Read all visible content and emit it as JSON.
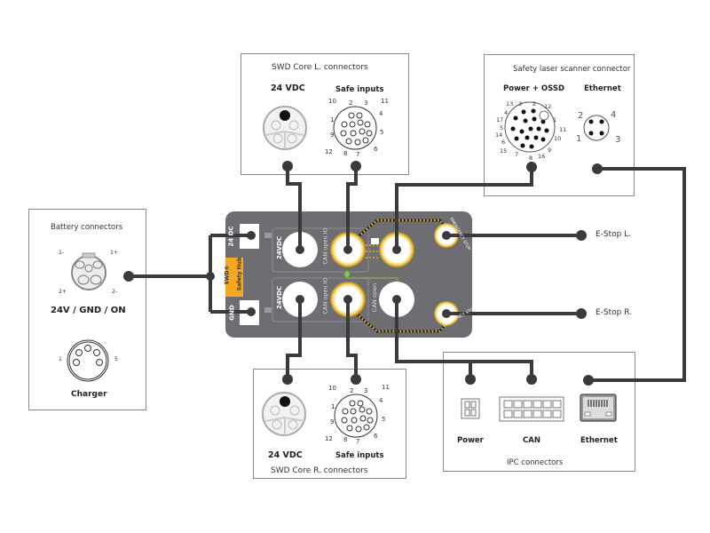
{
  "diagram": {
    "title": "SWD Safety Hub wiring overview",
    "colors": {
      "wire": "#3a3a3c",
      "hub_body": "#6e6e72",
      "hub_badge": "#f5a623",
      "glow": "#f0c040",
      "dotted_path": "#e3b400",
      "green_link": "#8dc63f",
      "box_border": "#8a8a8a"
    },
    "swd_core_l": {
      "title": "SWD Core L. connectors",
      "power_label": "24 VDC",
      "safe_label": "Safe inputs",
      "safe_pins": [
        "10",
        "2",
        "3",
        "11",
        "1",
        "4",
        "9",
        "5",
        "12",
        "8",
        "7",
        "6"
      ]
    },
    "swd_core_r": {
      "title": "SWD Core R. connectors",
      "power_label": "24 VDC",
      "safe_label": "Safe inputs",
      "safe_pins": [
        "10",
        "2",
        "3",
        "11",
        "1",
        "4",
        "9",
        "5",
        "12",
        "8",
        "7",
        "6"
      ]
    },
    "scanner": {
      "title": "Safety laser scanner connector",
      "power_label": "Power + OSSD",
      "eth_label": "Ethernet",
      "power_pins": [
        "13",
        "3",
        "2",
        "12",
        "4",
        "1",
        "17",
        "5",
        "11",
        "14",
        "10",
        "6",
        "15",
        "9",
        "7",
        "8",
        "16"
      ],
      "eth_pins": [
        "2",
        "4",
        "1",
        "3"
      ]
    },
    "battery": {
      "title": "Battery connectors",
      "battery_label": "24V / GND / ON",
      "pin_labels": [
        "1-",
        "1+",
        "2+",
        "2-"
      ],
      "charger_label": "Charger",
      "charger_pins": [
        "1",
        "5"
      ]
    },
    "ipc": {
      "title": "IPC connectors",
      "power_label": "Power",
      "can_label": "CAN",
      "eth_label": "Ethernet"
    },
    "hub": {
      "badge_line1": "SWD®",
      "badge_line2": "Safety Hub",
      "port_24dc": "24 DC",
      "port_gnd": "GND",
      "port_top_label": "24VDC",
      "port_bottom_label": "24VDC",
      "can_io_top": "CAN open IO",
      "can_io_bottom": "CAN open IO",
      "can_open": "CAN open",
      "emergency_top": "EMERGENCY STOP",
      "emergency_bottom": "EMERGENCY STOP",
      "swd_tag": "SWD"
    },
    "estop_l": "E-Stop L.",
    "estop_r": "E-Stop R."
  }
}
